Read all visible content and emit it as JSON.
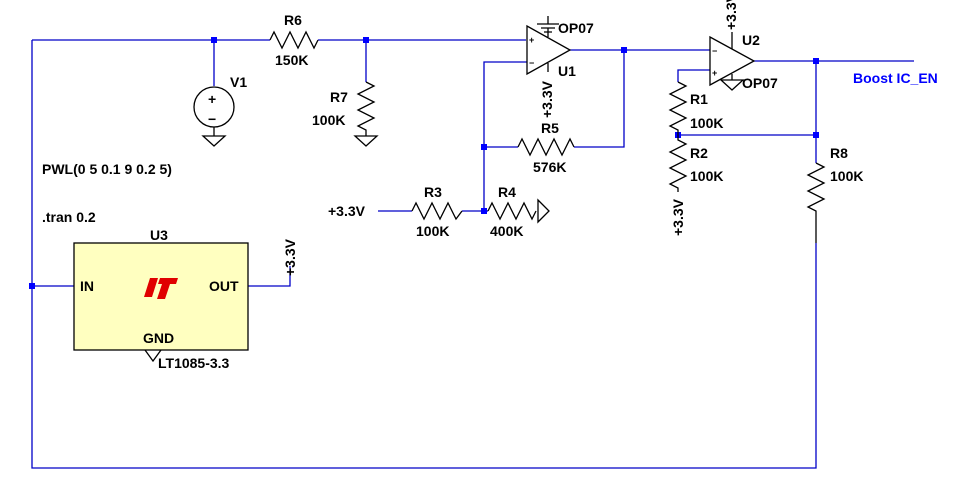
{
  "components": {
    "r6": {
      "name": "R6",
      "value": "150K"
    },
    "r7": {
      "name": "R7",
      "value": "100K"
    },
    "r5": {
      "name": "R5",
      "value": "576K"
    },
    "r3": {
      "name": "R3",
      "value": "100K"
    },
    "r4": {
      "name": "R4",
      "value": "400K"
    },
    "r1": {
      "name": "R1",
      "value": "100K"
    },
    "r2": {
      "name": "R2",
      "value": "100K"
    },
    "r8": {
      "name": "R8",
      "value": "100K"
    },
    "v1": {
      "name": "V1",
      "source": "PWL(0 5 0.1 9 0.2 5)"
    },
    "u1": {
      "name": "U1",
      "model": "OP07",
      "supply": "+3.3V"
    },
    "u2": {
      "name": "U2",
      "model": "OP07",
      "supply": "+3.3V"
    },
    "u3": {
      "name": "U3",
      "part": "LT1085-3.3",
      "pin_in": "IN",
      "pin_out": "OUT",
      "pin_gnd": "GND",
      "out_net": "+3.3V"
    }
  },
  "nets": {
    "supply_r3": "+3.3V",
    "supply_r2": "+3.3V",
    "output": "Boost IC_EN"
  },
  "directives": {
    "tran": ".tran 0.2"
  },
  "pin_signs": {
    "plus": "+",
    "minus": "−"
  },
  "colors": {
    "wire": "#0000c8",
    "node": "#0000ff",
    "regulator_fill": "#ffffc0",
    "logo_red": "#e00000"
  }
}
